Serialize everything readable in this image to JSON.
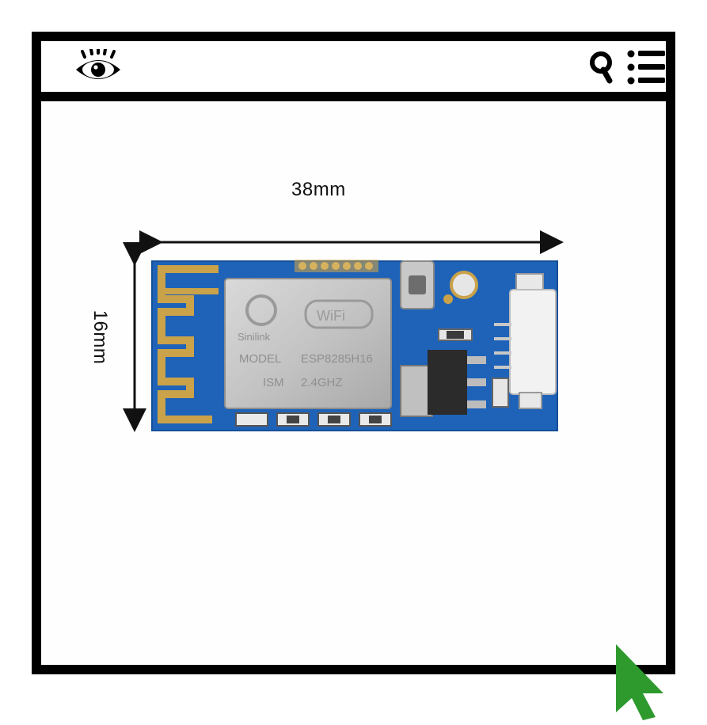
{
  "toolbar": {
    "left_icon": "eye-icon",
    "right_icons": [
      "search-icon",
      "menu-icon"
    ]
  },
  "product": {
    "width_label": "38mm",
    "height_label": "16mm",
    "module": {
      "brand": "Sinilink",
      "badge": "WiFi",
      "model_label": "MODEL",
      "model_value": "ESP8285H16",
      "ism_label": "ISM",
      "ism_value": "2.4GHZ"
    }
  },
  "colors": {
    "pcb_blue": "#1e63b8",
    "cursor_green": "#2e9a2e",
    "frame": "#000000"
  }
}
